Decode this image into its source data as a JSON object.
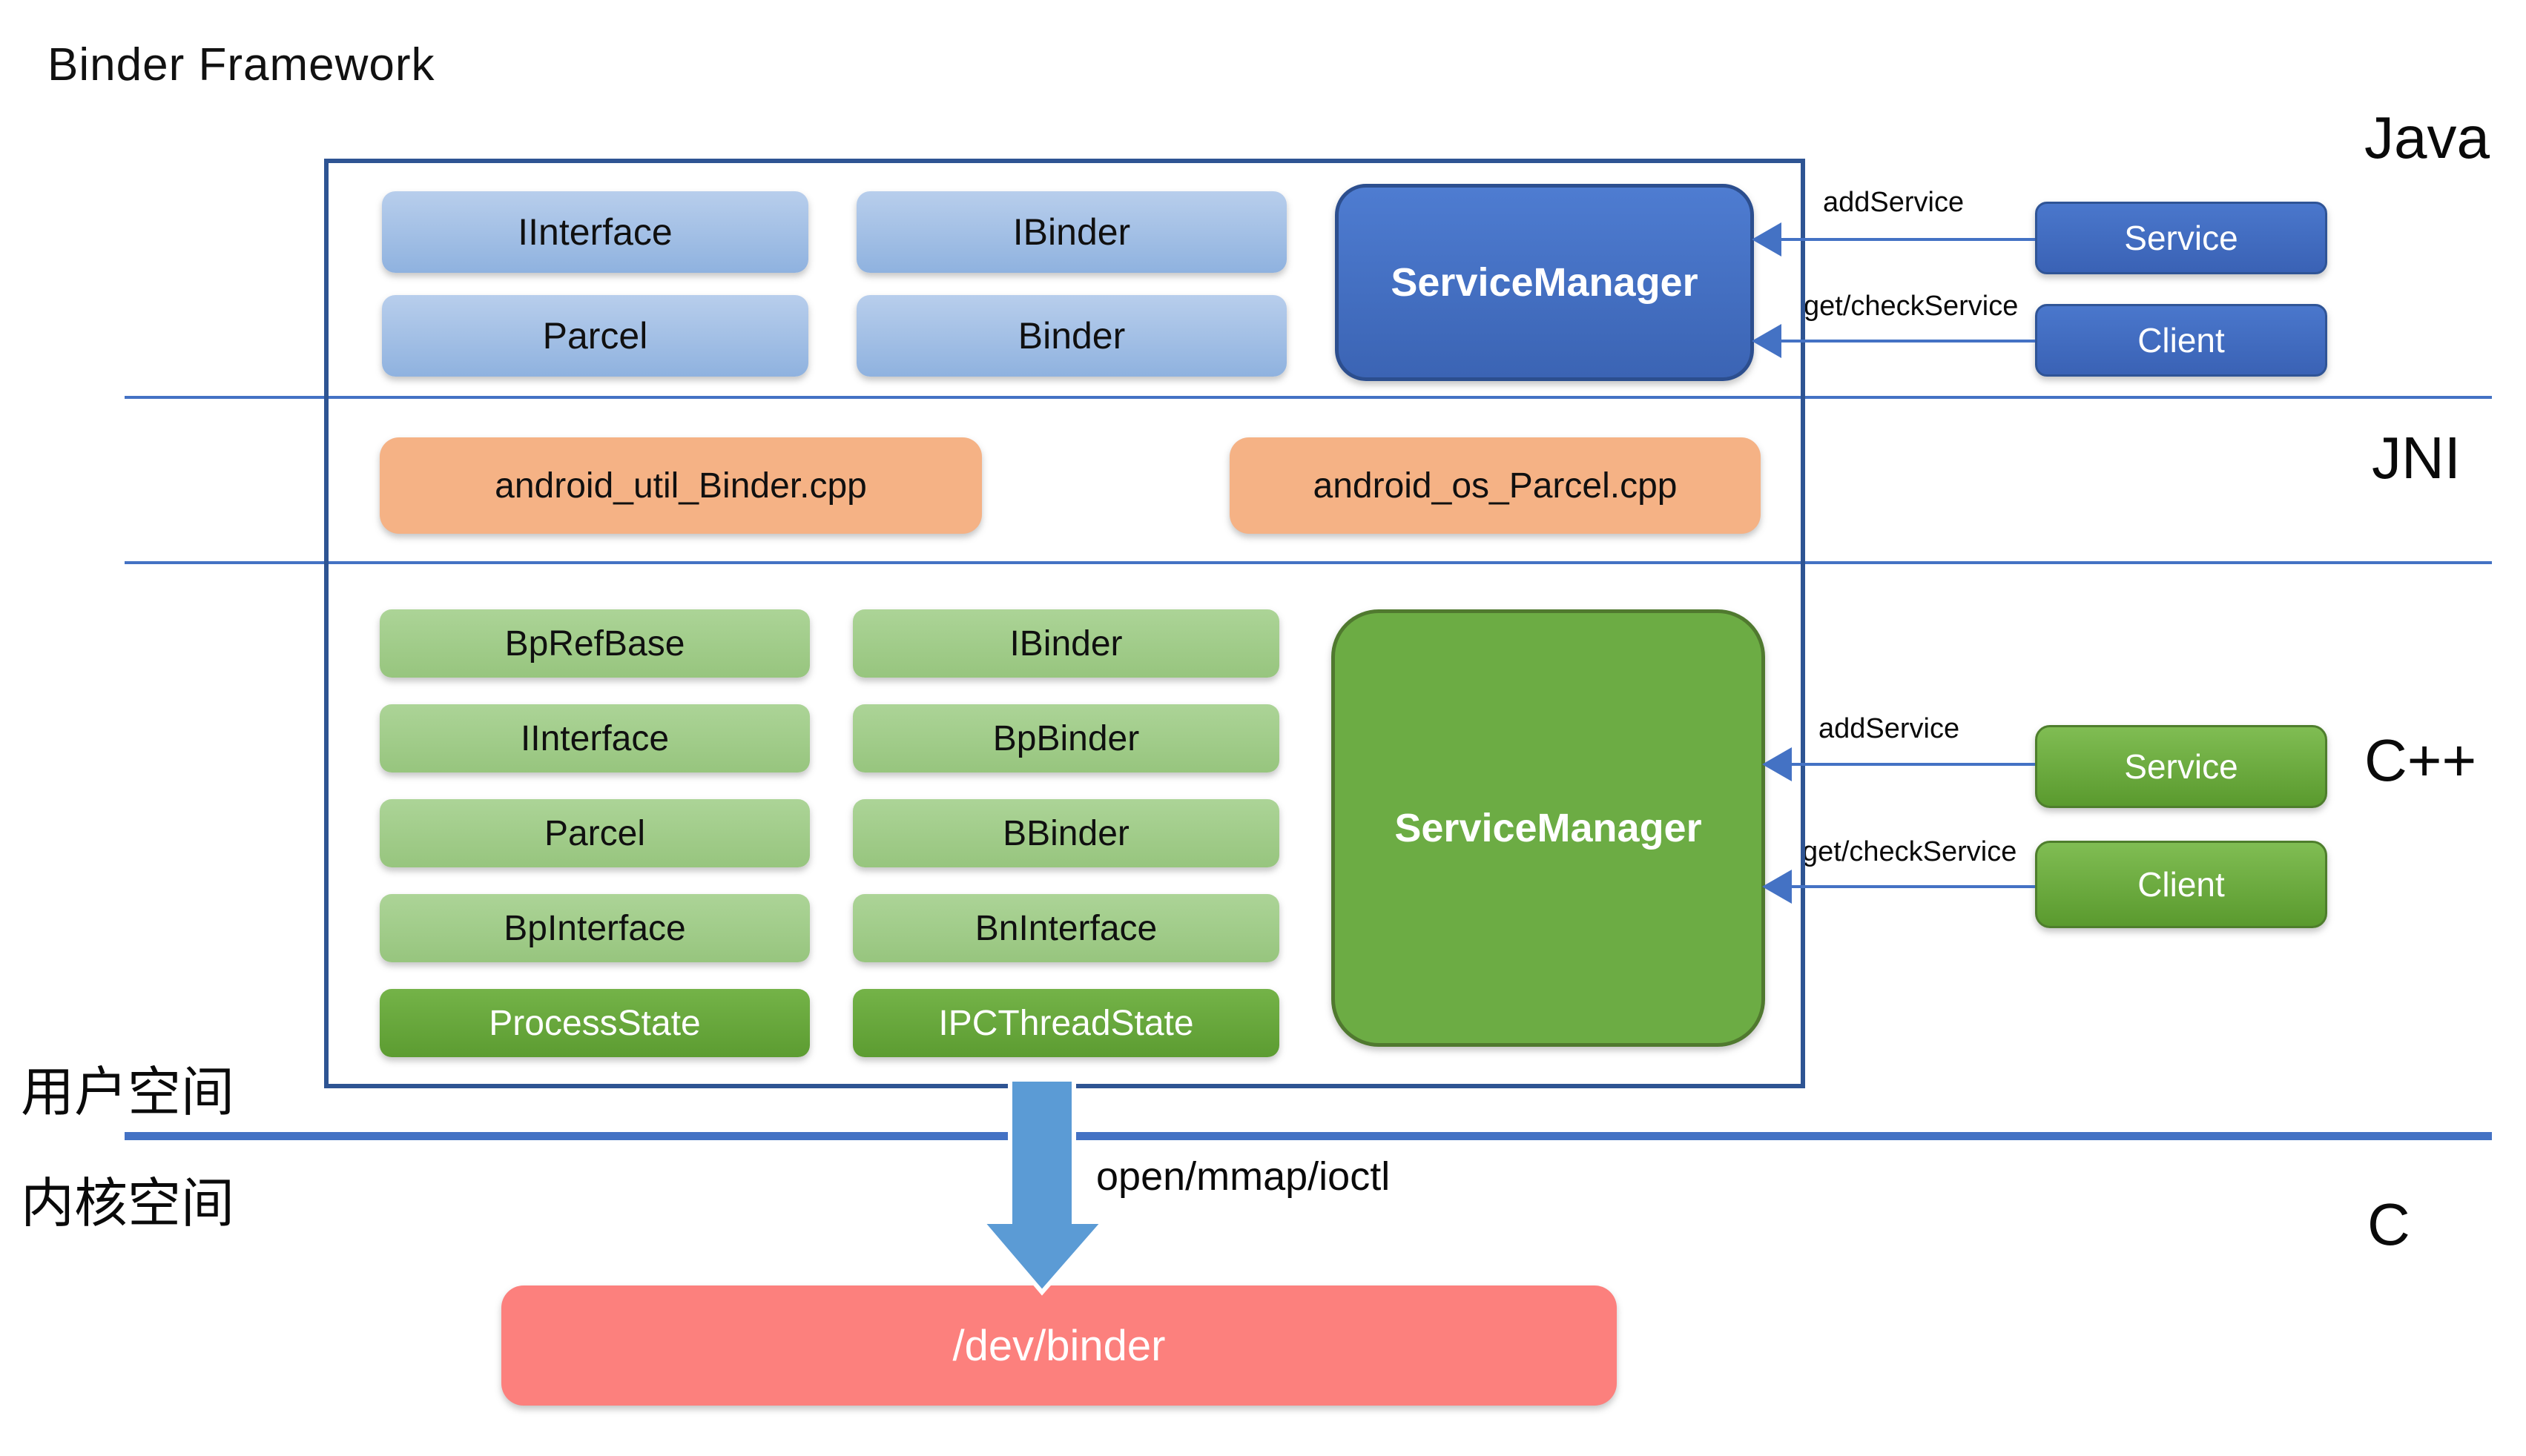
{
  "title": "Binder Framework",
  "layer_labels": {
    "java": "Java",
    "jni": "JNI",
    "cpp": "C++",
    "c": "C"
  },
  "space_labels": {
    "user": "用户空间",
    "kernel": "内核空间"
  },
  "java_layer": {
    "classes": [
      "IInterface",
      "IBinder",
      "Parcel",
      "Binder"
    ],
    "service_manager": "ServiceManager",
    "service": "Service",
    "client": "Client",
    "arrows": {
      "add": "addService",
      "get": "get/checkService"
    }
  },
  "jni_layer": {
    "files": [
      "android_util_Binder.cpp",
      "android_os_Parcel.cpp"
    ]
  },
  "cpp_layer": {
    "classes_col1": [
      "BpRefBase",
      "IInterface",
      "Parcel",
      "BpInterface"
    ],
    "classes_col2": [
      "IBinder",
      "BpBinder",
      "BBinder",
      "BnInterface"
    ],
    "state_col1": "ProcessState",
    "state_col2": "IPCThreadState",
    "service_manager": "ServiceManager",
    "service": "Service",
    "client": "Client",
    "arrows": {
      "add": "addService",
      "get": "get/checkService"
    }
  },
  "kernel_layer": {
    "syscalls": "open/mmap/ioctl",
    "device": "/dev/binder"
  },
  "colors": {
    "java_class_box": "#9FBDE5",
    "java_service_manager": "#4472C4",
    "jni_file_box": "#F5B285",
    "cpp_class_box": "#A9D18E",
    "cpp_state_box": "#70AD47",
    "cpp_service_manager": "#6CAC44",
    "device_box": "#FC807D",
    "line_blue": "#4472C4",
    "big_arrow_blue": "#5B9BD5",
    "frame_border": "#2E5493"
  }
}
